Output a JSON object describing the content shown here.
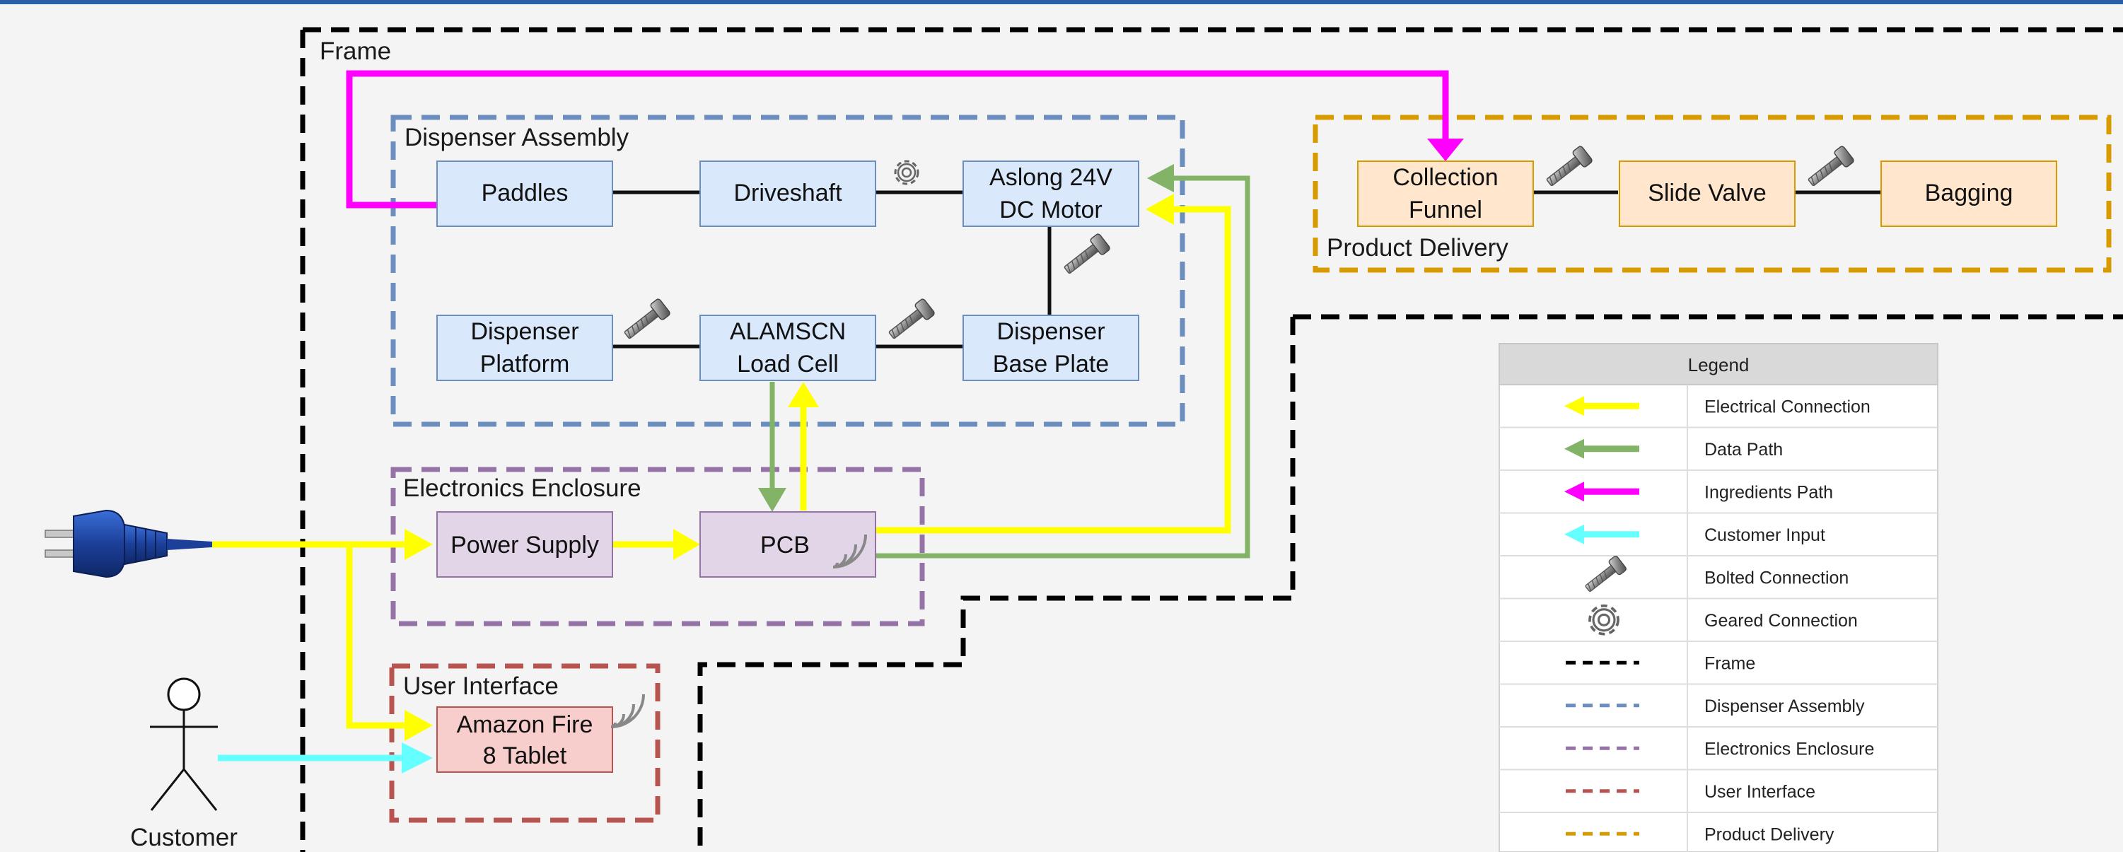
{
  "groups": {
    "frame": "Frame",
    "dispenser": "Dispenser Assembly",
    "electronics": "Electronics Enclosure",
    "ui": "User Interface",
    "delivery": "Product Delivery"
  },
  "boxes": {
    "paddles": [
      "Paddles"
    ],
    "driveshaft": [
      "Driveshaft"
    ],
    "motor": [
      "Aslong 24V",
      "DC Motor"
    ],
    "platform": [
      "Dispenser",
      "Platform"
    ],
    "loadcell": [
      "ALAMSCN",
      "Load Cell"
    ],
    "baseplate": [
      "Dispenser",
      "Base Plate"
    ],
    "power": [
      "Power Supply"
    ],
    "pcb": [
      "PCB"
    ],
    "tablet": [
      "Amazon Fire",
      "8 Tablet"
    ],
    "funnel": [
      "Collection",
      "Funnel"
    ],
    "slide": [
      "Slide Valve"
    ],
    "bagging": [
      "Bagging"
    ]
  },
  "customer": "Customer",
  "legend": {
    "title": "Legend",
    "items": [
      {
        "label": "Electrical Connection",
        "kind": "arrow",
        "color": "#ffff00"
      },
      {
        "label": "Data Path",
        "kind": "arrow",
        "color": "#82b366"
      },
      {
        "label": "Ingredients Path",
        "kind": "arrow",
        "color": "#ff00ff"
      },
      {
        "label": "Customer Input",
        "kind": "arrow",
        "color": "#66ffff"
      },
      {
        "label": "Bolted Connection",
        "kind": "bolt",
        "color": "#7a7a7a"
      },
      {
        "label": "Geared Connection",
        "kind": "gear",
        "color": "#666666"
      },
      {
        "label": "Frame",
        "kind": "dash",
        "color": "#000000"
      },
      {
        "label": "Dispenser Assembly",
        "kind": "dash",
        "color": "#6c8ebf"
      },
      {
        "label": "Electronics Enclosure",
        "kind": "dash",
        "color": "#9673a6"
      },
      {
        "label": "User Interface",
        "kind": "dash",
        "color": "#b85450"
      },
      {
        "label": "Product Delivery",
        "kind": "dash",
        "color": "#d79b00"
      }
    ]
  },
  "colors": {
    "electrical": "#ffff00",
    "data": "#82b366",
    "ingredients": "#ff00ff",
    "customer_input": "#66ffff",
    "frame": "#000000",
    "dispenser": "#6c8ebf",
    "electronics": "#9673a6",
    "ui": "#b85450",
    "delivery": "#d79b00",
    "blue_fill": "#dae8fc",
    "purple_fill": "#e1d5e7",
    "red_fill": "#f8cecc",
    "orange_fill": "#ffe6cc"
  }
}
